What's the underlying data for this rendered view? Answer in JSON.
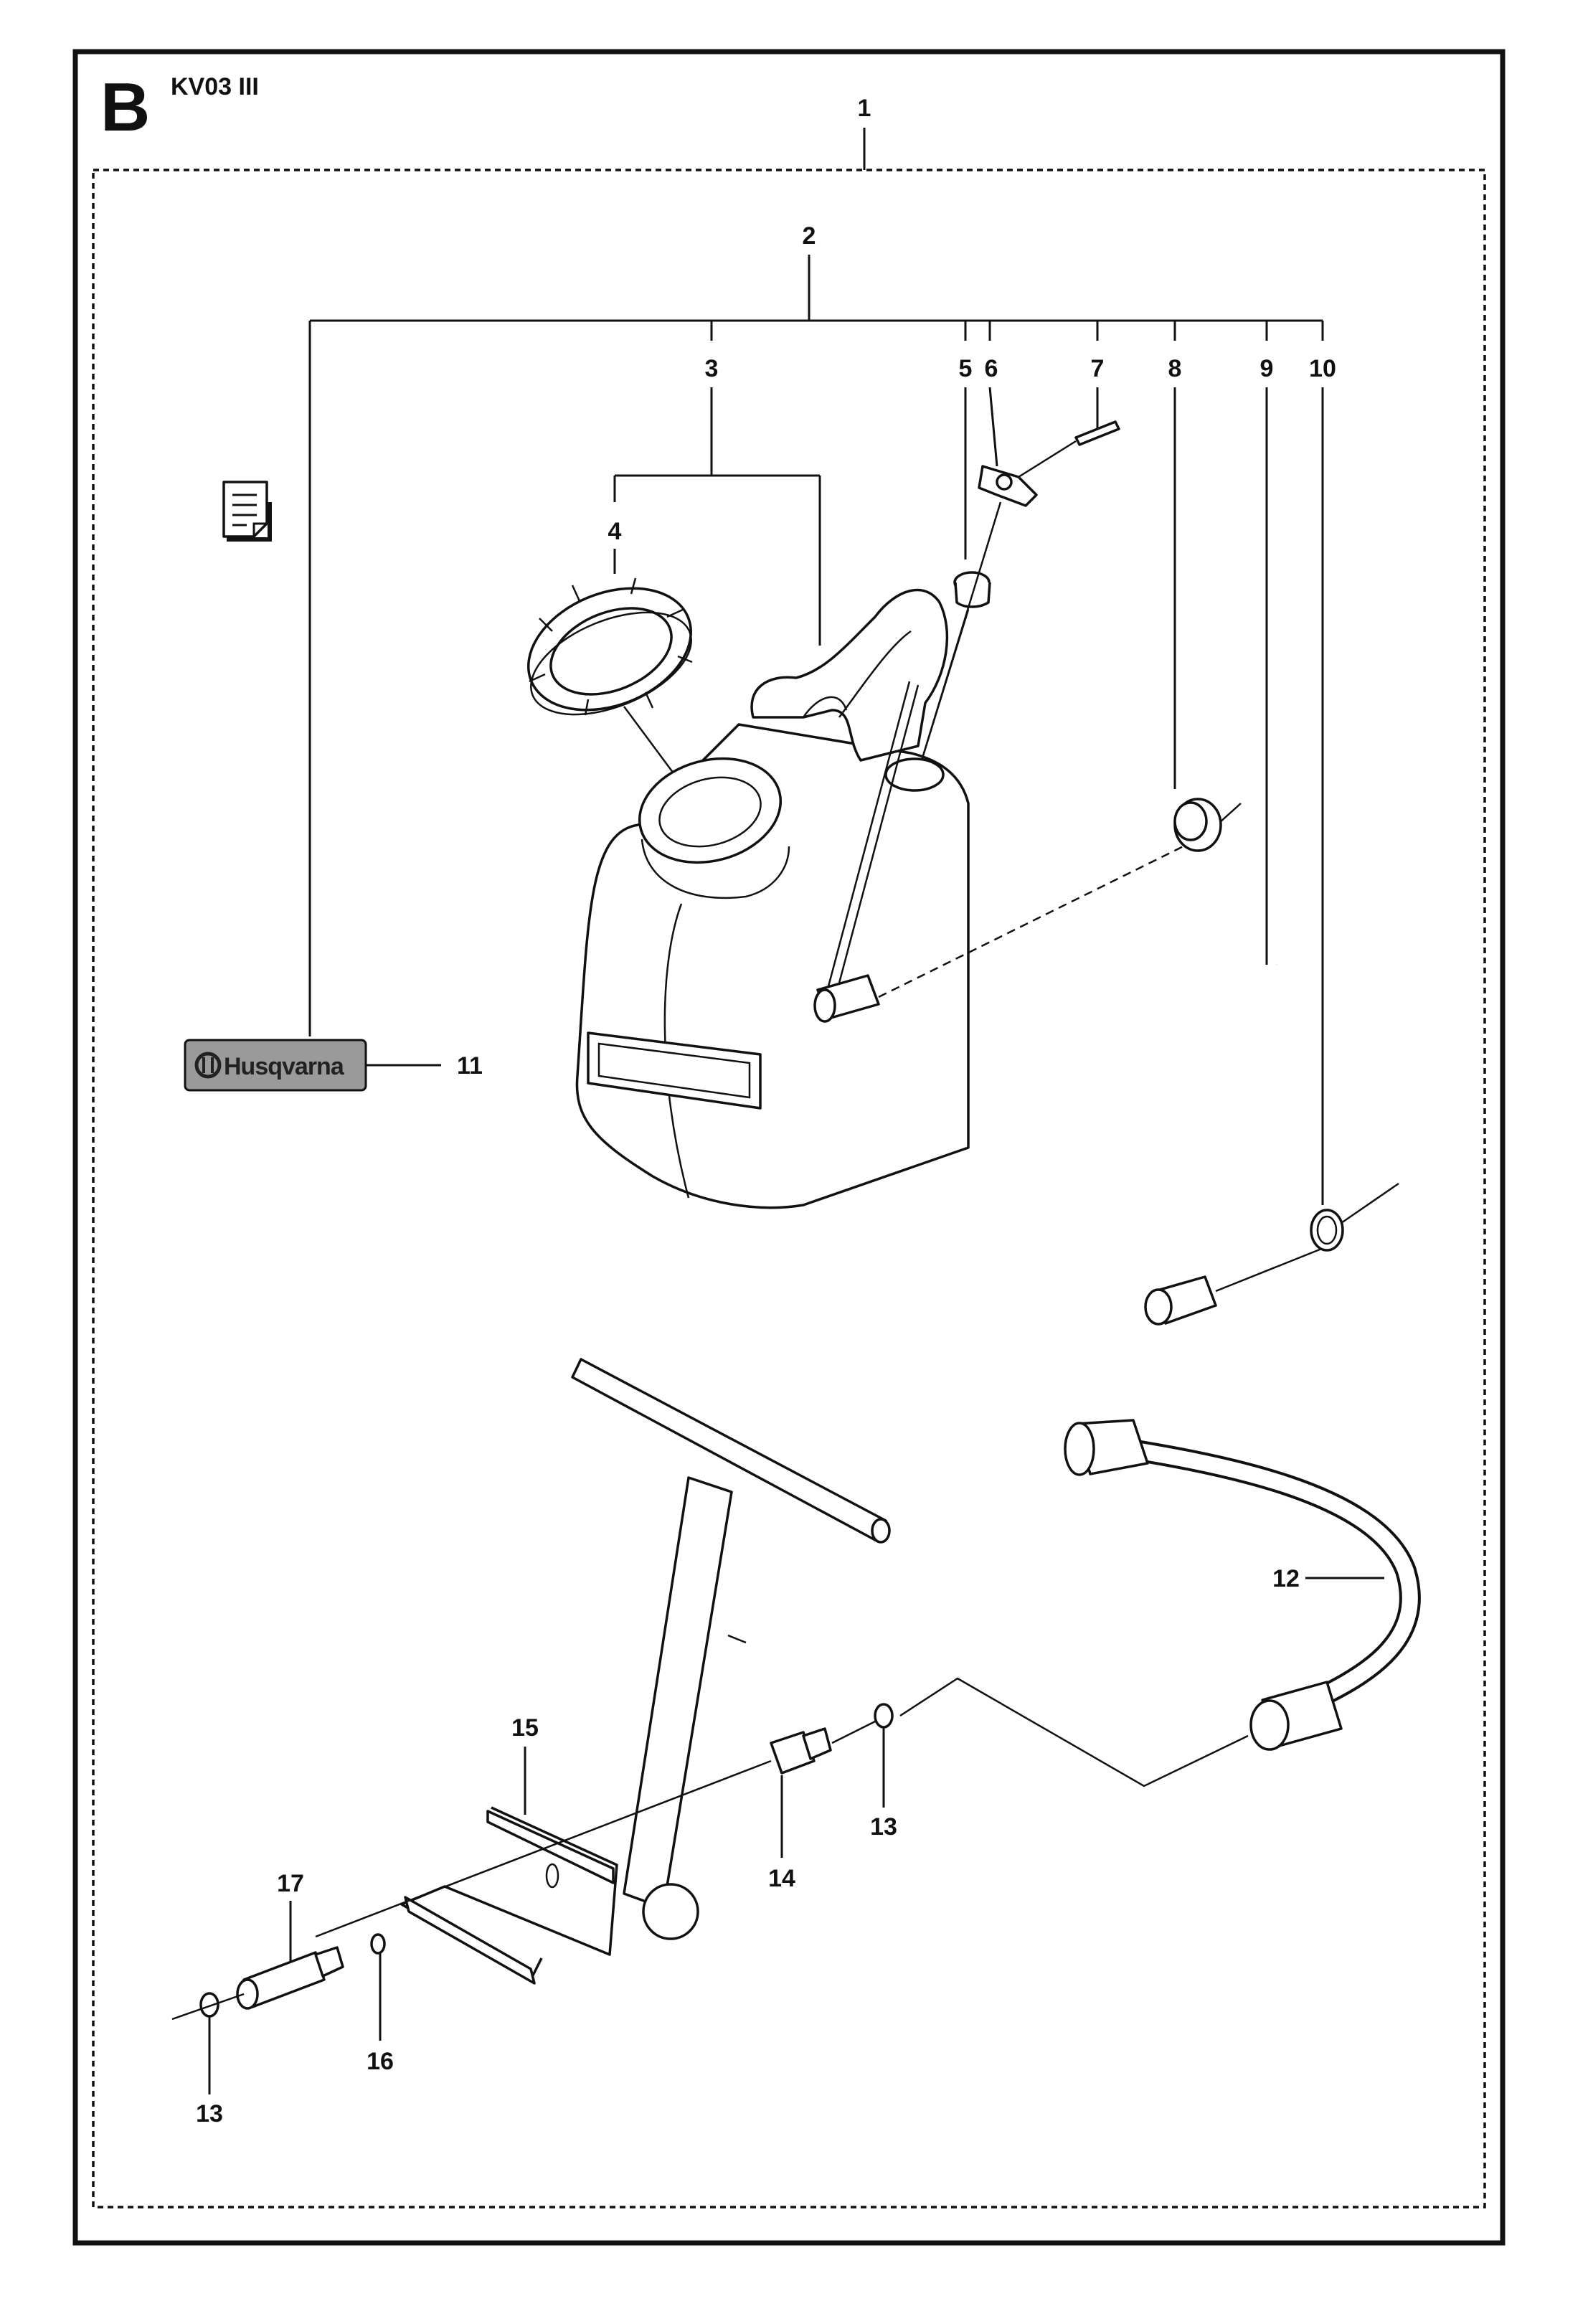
{
  "section": {
    "letter": "B",
    "model": "KV03 III"
  },
  "logo_text": "Husqvarna",
  "callouts": {
    "c1": "1",
    "c2": "2",
    "c3": "3",
    "c4": "4",
    "c5": "5",
    "c6": "6",
    "c7": "7",
    "c8": "8",
    "c9": "9",
    "c10": "10",
    "c11": "11",
    "c12": "12",
    "c13a": "13",
    "c13b": "13",
    "c14": "14",
    "c15": "15",
    "c16": "16",
    "c17": "17"
  },
  "icons": {
    "note": "document-note-icon",
    "brand": "husqvarna-crown-icon"
  },
  "colors": {
    "line": "#111111",
    "logo_bg": "#9a9a9a"
  }
}
